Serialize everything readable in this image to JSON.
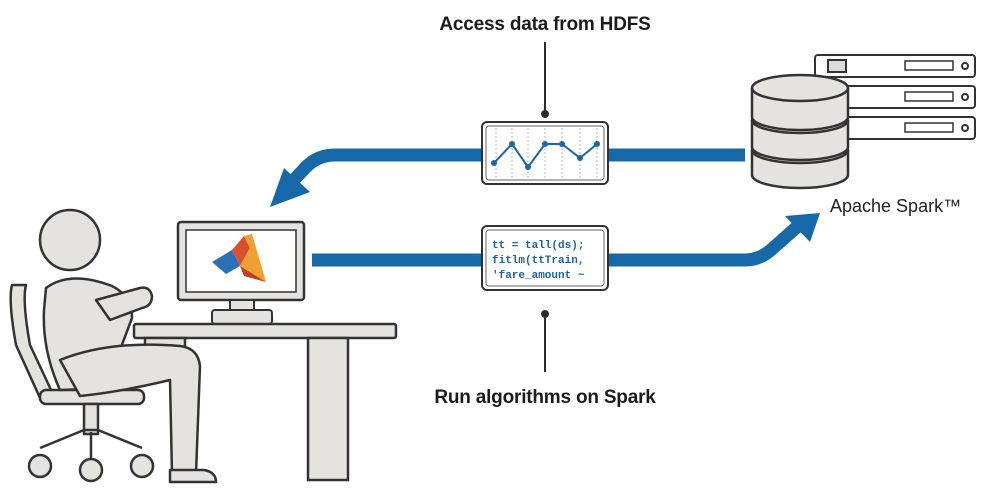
{
  "callouts": {
    "access": "Access data from HDFS",
    "run": "Run algorithms on Spark"
  },
  "spark": {
    "label": "Apache Spark™"
  },
  "code": {
    "line1": "tt = tall(ds);",
    "line2": "fitlm(ttTrain,",
    "line3": "'fare_amount ~"
  },
  "colors": {
    "arrow": "#1668a8",
    "figure": "#e4e3df",
    "outline": "#3a3a3a",
    "code": "#1d64a8"
  },
  "icons": {
    "user": "person-at-desk-icon",
    "computer": "monitor-icon",
    "matlab": "matlab-logo-icon",
    "chart": "line-chart-icon",
    "database": "database-icon",
    "servers": "server-rack-icon"
  }
}
